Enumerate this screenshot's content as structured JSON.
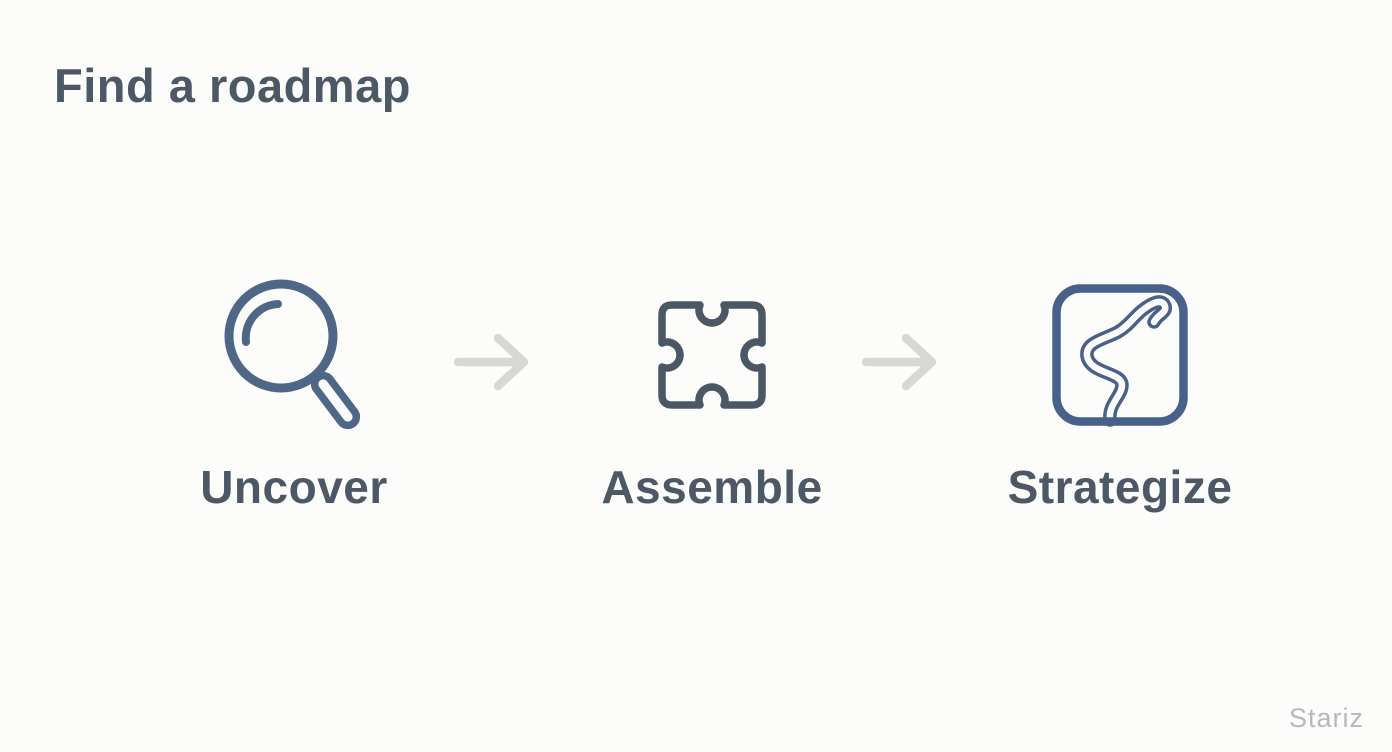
{
  "header": {
    "title": "Find a roadmap"
  },
  "steps": [
    {
      "id": "uncover",
      "label": "Uncover",
      "icon": "magnifier-icon"
    },
    {
      "id": "assemble",
      "label": "Assemble",
      "icon": "puzzle-icon"
    },
    {
      "id": "strategize",
      "label": "Strategize",
      "icon": "winding-road-icon"
    }
  ],
  "connectors": [
    {
      "icon": "arrow-right-icon"
    },
    {
      "icon": "arrow-right-icon"
    }
  ],
  "watermark": {
    "text": "Stariz"
  },
  "colors": {
    "background": "#fcfcfb",
    "heading_text": "#4d5866",
    "label_text": "#4d5866",
    "magnifier_icon_stroke": "#4e6787",
    "puzzle_icon_stroke": "#4c5765",
    "road_icon_stroke": "#48618a",
    "arrow_stroke": "#d8d7d3",
    "watermark_text": "#b5bab9"
  }
}
